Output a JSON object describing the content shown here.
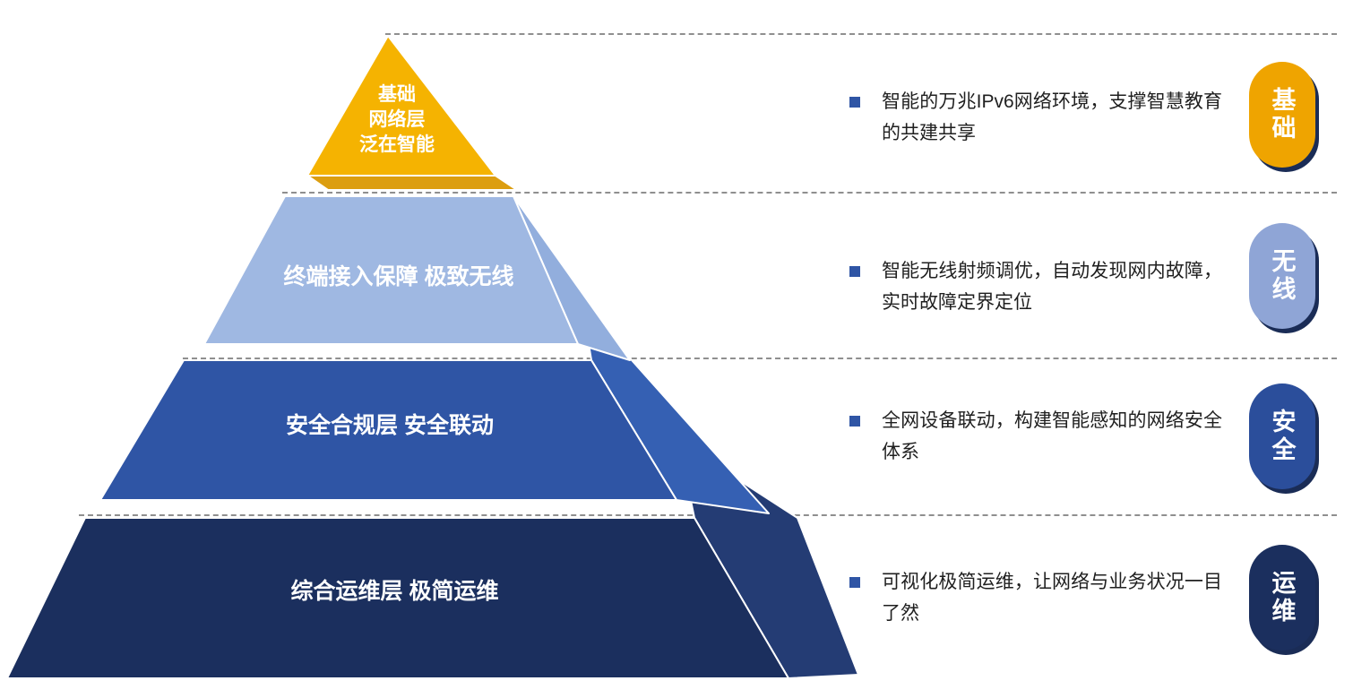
{
  "pyramid": {
    "layers": [
      {
        "id": "foundation",
        "label": "基础\n网络层\n泛在智能",
        "front_color": "#F5B301",
        "side_color": "#DC9E10"
      },
      {
        "id": "wireless",
        "label": "终端接入保障 极致无线",
        "front_color": "#9FB8E2",
        "side_color": "#92AEDD"
      },
      {
        "id": "security",
        "label": "安全合规层 安全联动",
        "front_color": "#2F55A5",
        "side_color": "#3560B3"
      },
      {
        "id": "operations",
        "label": "综合运维层 极简运维",
        "front_color": "#1B2F5E",
        "side_color": "#243C74"
      }
    ]
  },
  "bullet_color": "#2F55A5",
  "sections": [
    {
      "text": "智能的万兆IPv6网络环境，支撑智慧教育的共建共享",
      "badge": "基础",
      "badge_color": "#EFA400"
    },
    {
      "text": "智能无线射频调优，自动发现网内故障，实时故障定界定位",
      "badge": "无线",
      "badge_color": "#8FA5D6"
    },
    {
      "text": "全网设备联动，构建智能感知的网络安全体系",
      "badge": "安全",
      "badge_color": "#2B4E9B"
    },
    {
      "text": "可视化极简运维，让网络与业务状况一目了然",
      "badge": "运维",
      "badge_color": "#1B2F5E"
    }
  ]
}
